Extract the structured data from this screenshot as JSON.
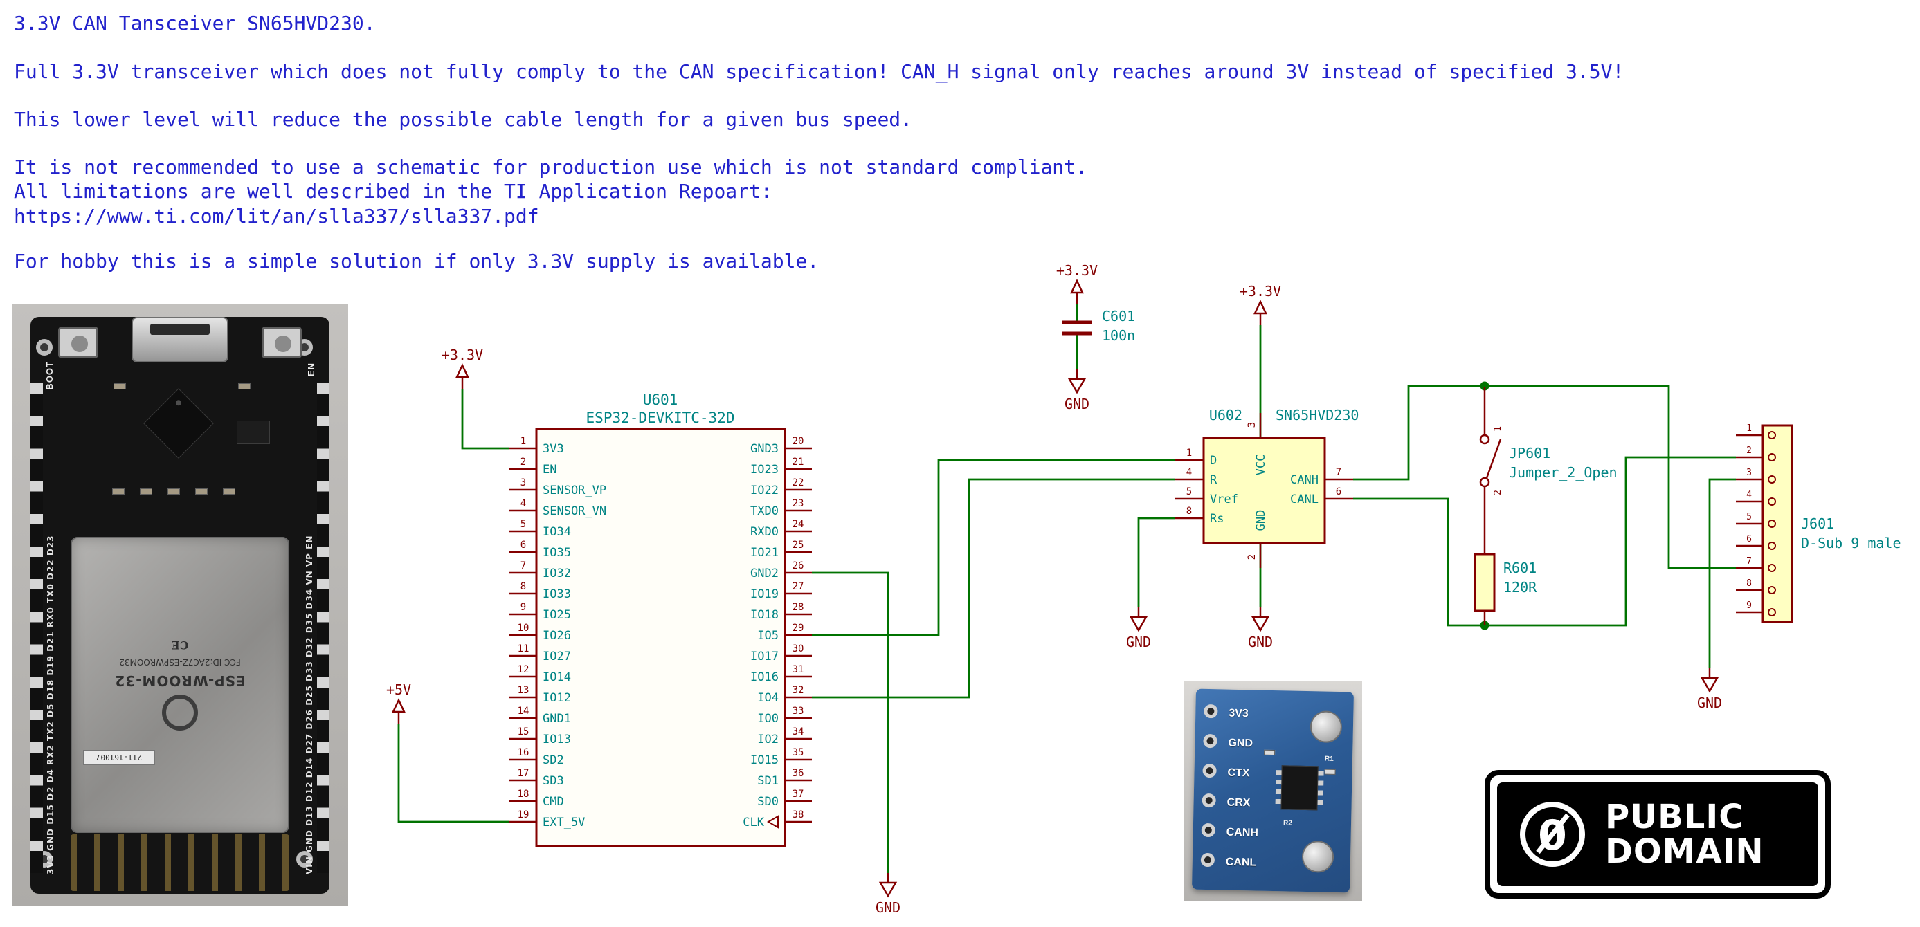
{
  "notes": {
    "lines": [
      "3.3V CAN Tansceiver SN65HVD230.",
      "Full 3.3V transceiver which does not fully comply to the CAN specification! CAN_H signal only reaches around 3V instead of specified 3.5V!",
      "This lower level will reduce the possible cable length for a given bus speed.",
      "It is not recommended to use a schematic for production use which is not standard compliant.",
      "All limitations are well described in the TI Application Repoart:",
      "https://www.ti.com/lit/an/slla337/slla337.pdf",
      "For hobby this is a simple solution if only 3.3V supply is available."
    ]
  },
  "colors": {
    "note_text": "#2222cc",
    "outline_dark_red": "#840000",
    "symbol_fill_yellow": "#FFFFC2",
    "wire_green": "#007300",
    "field_teal": "#008484",
    "pcb_blue": "#2f5e9e",
    "badge_black": "#000000"
  },
  "schematic": {
    "power": {
      "v33": "+3.3V",
      "v5": "+5V",
      "gnd": "GND"
    },
    "u601": {
      "ref": "U601",
      "value": "ESP32-DEVKITC-32D",
      "left_pins": [
        [
          "1",
          "3V3"
        ],
        [
          "2",
          "EN"
        ],
        [
          "3",
          "SENSOR_VP"
        ],
        [
          "4",
          "SENSOR_VN"
        ],
        [
          "5",
          "IO34"
        ],
        [
          "6",
          "IO35"
        ],
        [
          "7",
          "IO32"
        ],
        [
          "8",
          "IO33"
        ],
        [
          "9",
          "IO25"
        ],
        [
          "10",
          "IO26"
        ],
        [
          "11",
          "IO27"
        ],
        [
          "12",
          "IO14"
        ],
        [
          "13",
          "IO12"
        ],
        [
          "14",
          "GND1"
        ],
        [
          "15",
          "IO13"
        ],
        [
          "16",
          "SD2"
        ],
        [
          "17",
          "SD3"
        ],
        [
          "18",
          "CMD"
        ],
        [
          "19",
          "EXT_5V"
        ]
      ],
      "right_pins": [
        [
          "20",
          "GND3"
        ],
        [
          "21",
          "IO23"
        ],
        [
          "22",
          "IO22"
        ],
        [
          "23",
          "TXD0"
        ],
        [
          "24",
          "RXD0"
        ],
        [
          "25",
          "IO21"
        ],
        [
          "26",
          "GND2"
        ],
        [
          "27",
          "IO19"
        ],
        [
          "28",
          "IO18"
        ],
        [
          "29",
          "IO5"
        ],
        [
          "30",
          "IO17"
        ],
        [
          "31",
          "IO16"
        ],
        [
          "32",
          "IO4"
        ],
        [
          "33",
          "IO0"
        ],
        [
          "34",
          "IO2"
        ],
        [
          "35",
          "IO15"
        ],
        [
          "36",
          "SD1"
        ],
        [
          "37",
          "SD0"
        ],
        [
          "38",
          "CLK"
        ]
      ]
    },
    "u602": {
      "ref": "U602",
      "value": "SN65HVD230",
      "left_pins": [
        [
          "1",
          "D"
        ],
        [
          "4",
          "R"
        ],
        [
          "5",
          "Vref"
        ],
        [
          "8",
          "Rs"
        ]
      ],
      "right_pins": [
        [
          "7",
          "CANH"
        ],
        [
          "6",
          "CANL"
        ]
      ],
      "top_pin": [
        "3",
        "VCC"
      ],
      "bottom_pin": [
        "2",
        "GND"
      ]
    },
    "c601": {
      "ref": "C601",
      "value": "100n"
    },
    "jp601": {
      "ref": "JP601",
      "value": "Jumper_2_Open",
      "pin_numbers": [
        "1",
        "2"
      ]
    },
    "r601": {
      "ref": "R601",
      "value": "120R"
    },
    "j601": {
      "ref": "J601",
      "value": "D-Sub 9 male",
      "pin_numbers": [
        "1",
        "2",
        "3",
        "4",
        "5",
        "6",
        "7",
        "8",
        "9"
      ]
    }
  },
  "esp32_photo": {
    "boot_label": "BOOT",
    "en_label": "EN",
    "left_pin_labels": "3V3 GND D15 D2 D4 RX2 TX2 D5 D18 D19 D21 RX0 TX0 D22 D23",
    "right_pin_labels": "VIN GND D13 D12 D14 D27 D26 D25 D33 D32 D35 D34 VN VP EN",
    "module_name": "ESP-WROOM-32",
    "fcc_line": "FCC ID:2AC7Z-ESPWROOM32",
    "sticker": "211-161007",
    "ce_mark": "CE"
  },
  "can_module_photo": {
    "pin_labels": [
      "3V3",
      "GND",
      "CTX",
      "CRX",
      "CANH",
      "CANL"
    ],
    "silk_labels": [
      "R1",
      "R2"
    ]
  },
  "pd_badge": {
    "zero": "0",
    "line1": "PUBLIC",
    "line2": "DOMAIN"
  }
}
